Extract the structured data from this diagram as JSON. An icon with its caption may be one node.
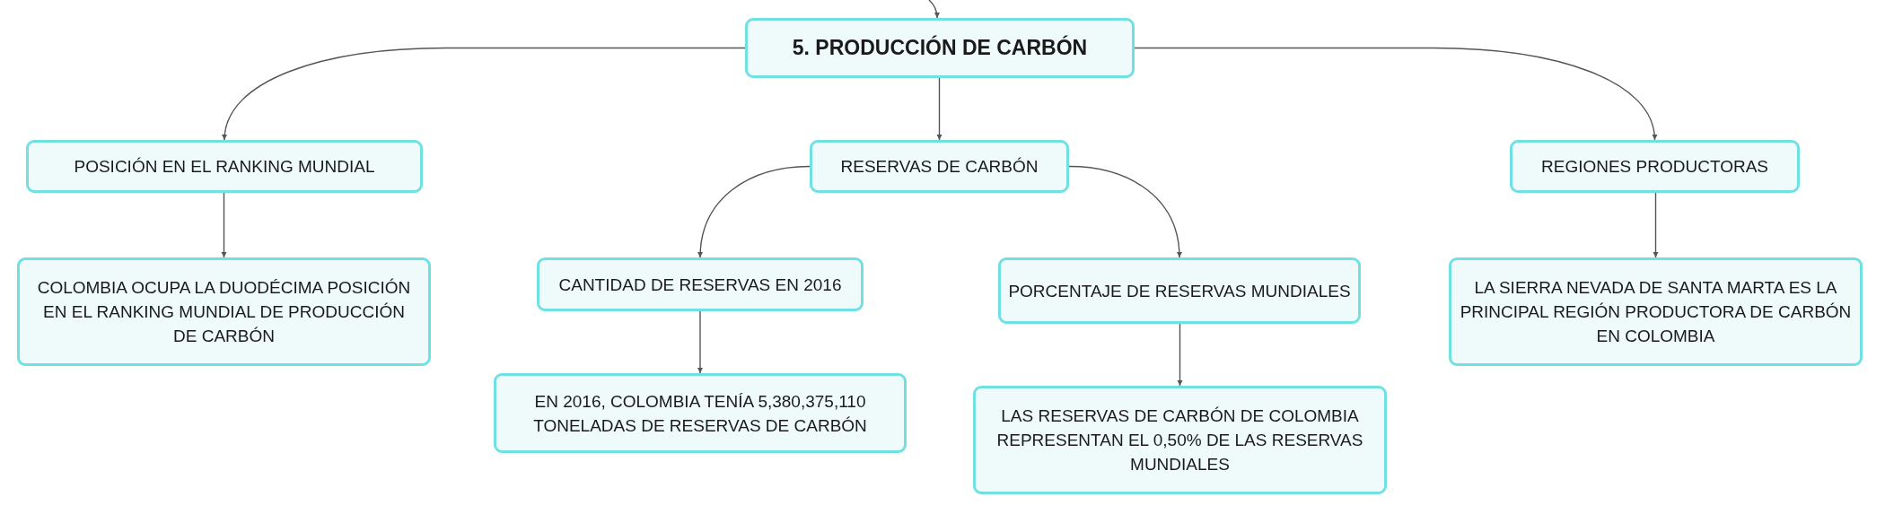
{
  "diagram": {
    "nodes": [
      {
        "text": [
          "5. PRODUCCIÓN DE CARBÓN"
        ]
      },
      {
        "text": [
          "POSICIÓN EN EL RANKING MUNDIAL"
        ]
      },
      {
        "text": [
          "RESERVAS DE CARBÓN"
        ]
      },
      {
        "text": [
          "REGIONES PRODUCTORAS"
        ]
      },
      {
        "text": [
          "COLOMBIA OCUPA LA DUODÉCIMA POSICIÓN EN EL RANKING MUNDIAL DE PRODUCCIÓN DE CARBÓN"
        ]
      },
      {
        "text": [
          "CANTIDAD DE RESERVAS EN 2016"
        ]
      },
      {
        "text": [
          "EN 2016, COLOMBIA TENÍA 5,380,375,110 TONELADAS DE RESERVAS DE CARBÓN"
        ]
      },
      {
        "text": [
          "PORCENTAJE DE RESERVAS MUNDIALES"
        ]
      },
      {
        "text": [
          "LAS RESERVAS DE CARBÓN DE COLOMBIA REPRESENTAN EL 0,50% DE LAS RESERVAS MUNDIALES"
        ]
      },
      {
        "text": [
          "LA SIERRA NEVADA DE SANTA MARTA ES LA PRINCIPAL REGIÓN PRODUCTORA DE CARBÓN EN COLOMBIA"
        ]
      }
    ],
    "edges": [
      {
        "from": null,
        "to": 0,
        "arrow": "to"
      },
      {
        "from": 0,
        "to": 1,
        "arrow": "to"
      },
      {
        "from": 0,
        "to": 2,
        "arrow": "to"
      },
      {
        "from": 0,
        "to": 3,
        "arrow": "to"
      },
      {
        "from": 1,
        "to": 4,
        "arrow": "to"
      },
      {
        "from": 2,
        "to": 5,
        "arrow": "to"
      },
      {
        "from": 2,
        "to": 7,
        "arrow": "to"
      },
      {
        "from": 5,
        "to": 6,
        "arrow": "to"
      },
      {
        "from": 7,
        "to": 8,
        "arrow": "to"
      },
      {
        "from": 3,
        "to": 9,
        "arrow": "to"
      }
    ]
  }
}
